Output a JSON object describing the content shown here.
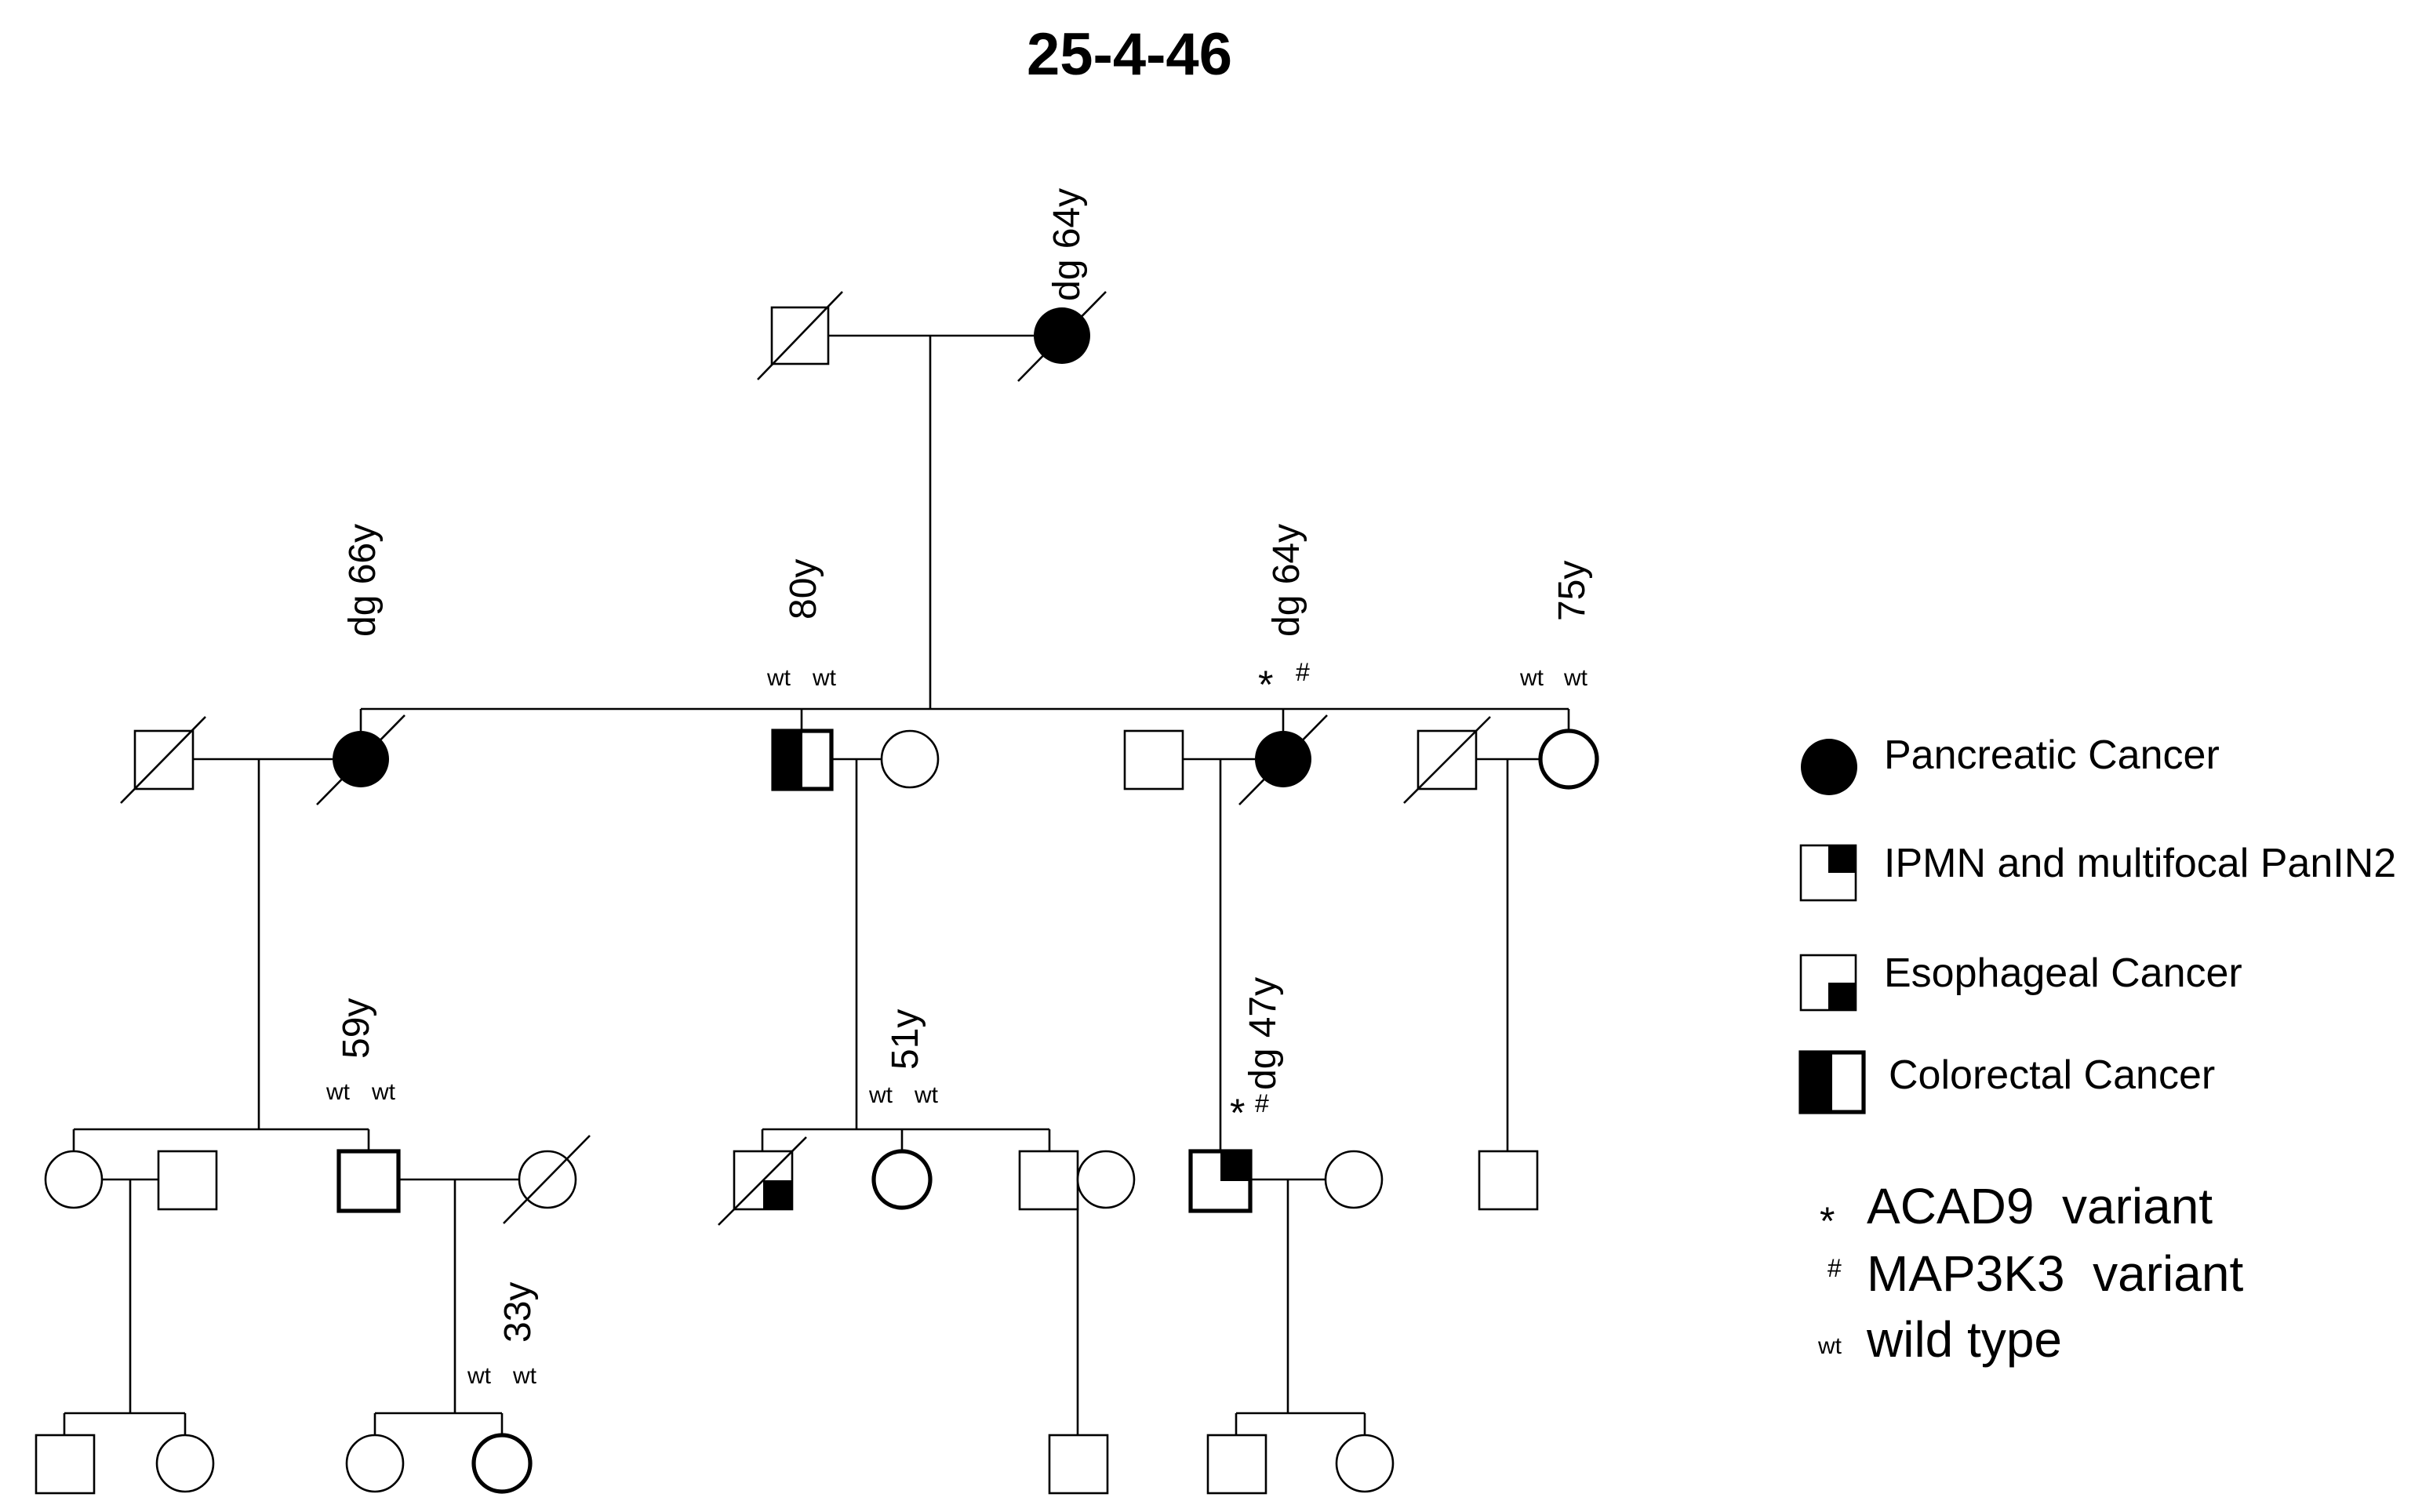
{
  "title": "25-4-46",
  "labels": {
    "gf_age": "dg 64y",
    "ii1_age": "dg 66y",
    "ii3_age": "80y",
    "ii3_wt_a": "wt",
    "ii3_wt_b": "wt",
    "ii6_age": "dg 64y",
    "ii6_star": "*",
    "ii6_hash": "#",
    "ii8_age": "75y",
    "ii8_wt_a": "wt",
    "ii8_wt_b": "wt",
    "iii3_age": "59y",
    "iii3_wt_a": "wt",
    "iii3_wt_b": "wt",
    "iii6_age": "51y",
    "iii6_wt_a": "wt",
    "iii6_wt_b": "wt",
    "iii8_age": "dg 47y",
    "iii8_star": "*",
    "iii8_hash": "#",
    "iv4_age": "33y",
    "iv4_wt_a": "wt",
    "iv4_wt_b": "wt"
  },
  "legend": {
    "pancreatic": "Pancreatic Cancer",
    "ipmn": "IPMN and multifocal PanIN2",
    "esophageal": "Esophageal Cancer",
    "colorectal": "Colorectal Cancer",
    "acad9_symbol": "*",
    "acad9": "ACAD9  variant",
    "map3k3_symbol": "#",
    "map3k3": "MAP3K3  variant",
    "wt_symbol": "wt",
    "wild_type": "wild type"
  },
  "colors": {
    "ink": "#000000",
    "background": "#ffffff"
  }
}
